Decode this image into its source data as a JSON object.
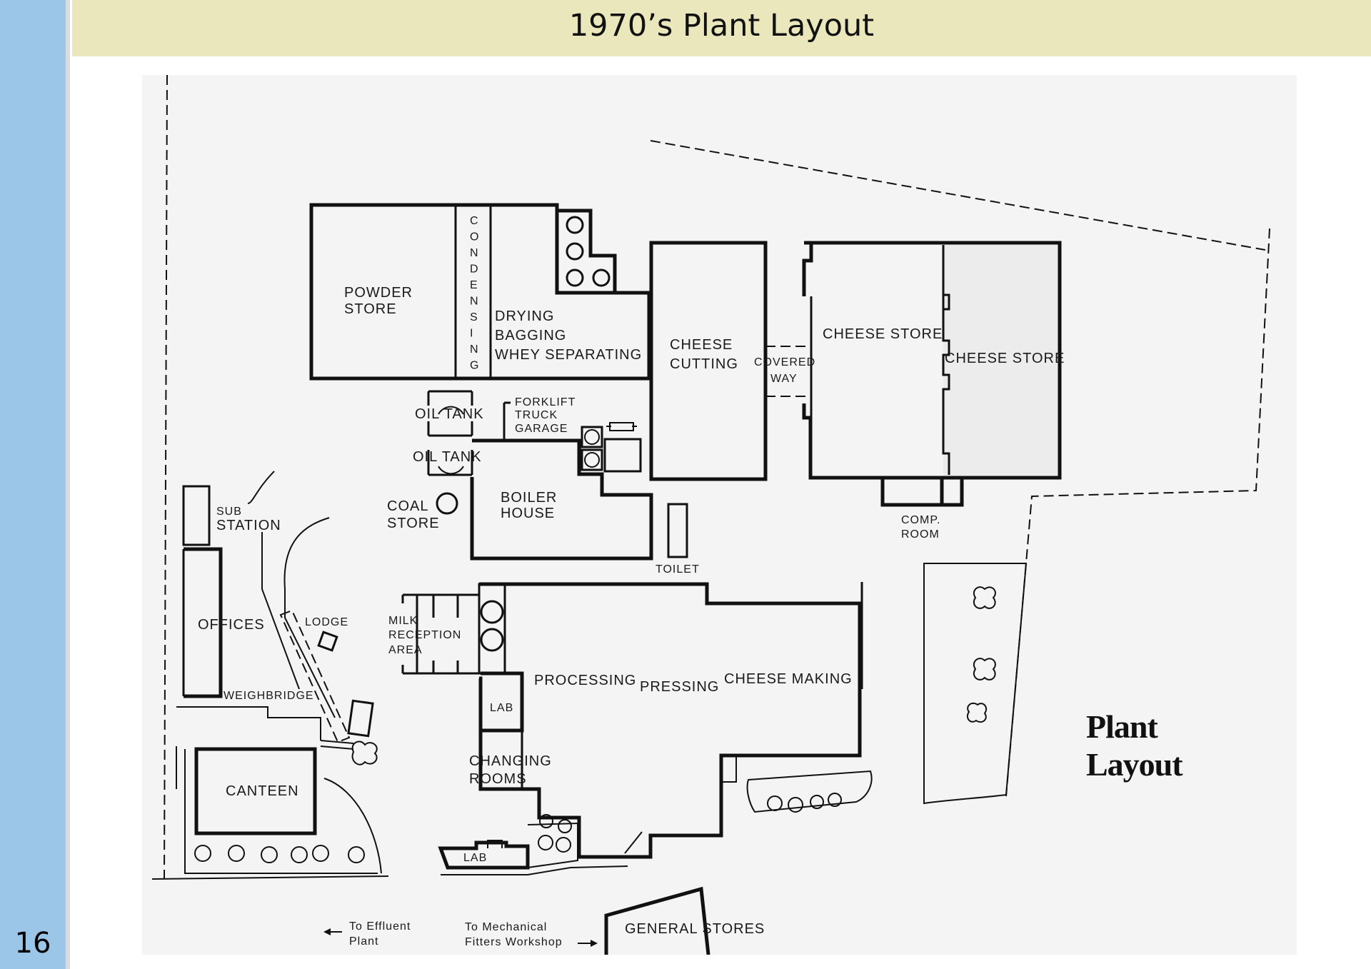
{
  "slide": {
    "page_number": "16",
    "title": "1970’s Plant Layout"
  },
  "plan": {
    "legend": [
      "Plant",
      "Layout"
    ],
    "labels": {
      "powder_store": [
        "POWDER",
        "STORE"
      ],
      "condensing": "CONDENSING",
      "drying": [
        "DRYING",
        "BAGGING",
        "WHEY SEPARATING"
      ],
      "cheese_cutting": [
        "CHEESE",
        "CUTTING"
      ],
      "covered_way": [
        "COVERED",
        "WAY"
      ],
      "cheese_store_1": "CHEESE STORE",
      "cheese_store_2": "CHEESE STORE",
      "comp_room": [
        "COMP.",
        "ROOM"
      ],
      "oil_tank_1": "OIL TANK",
      "oil_tank_2": "OIL TANK",
      "forklift": [
        "FORKLIFT",
        "TRUCK",
        "GARAGE"
      ],
      "coal_store": [
        "COAL",
        "STORE"
      ],
      "boiler_house": [
        "BOILER",
        "HOUSE"
      ],
      "toilet": "TOILET",
      "sub_station": [
        "SUB",
        "STATION"
      ],
      "offices": "OFFICES",
      "lodge": "LODGE",
      "weighbridge": "WEIGHBRIDGE",
      "milk_reception": [
        "MILK",
        "RECEPTION",
        "AREA"
      ],
      "processing": "PROCESSING",
      "pressing": "PRESSING",
      "cheese_making": "CHEESE MAKING",
      "lab_1": "LAB",
      "changing_rooms": [
        "CHANGING",
        "ROOMS"
      ],
      "canteen": "CANTEEN",
      "lab_2": "LAB",
      "effluent": [
        "To Effluent",
        "Plant"
      ],
      "mechanical": [
        "To Mechanical",
        "Fitters Workshop"
      ],
      "general_stores": "GENERAL STORES"
    }
  },
  "colors": {
    "sidebar": "#9cc6e8",
    "header": "#ebe7bc",
    "plan_bg": "#f4f4f4"
  }
}
